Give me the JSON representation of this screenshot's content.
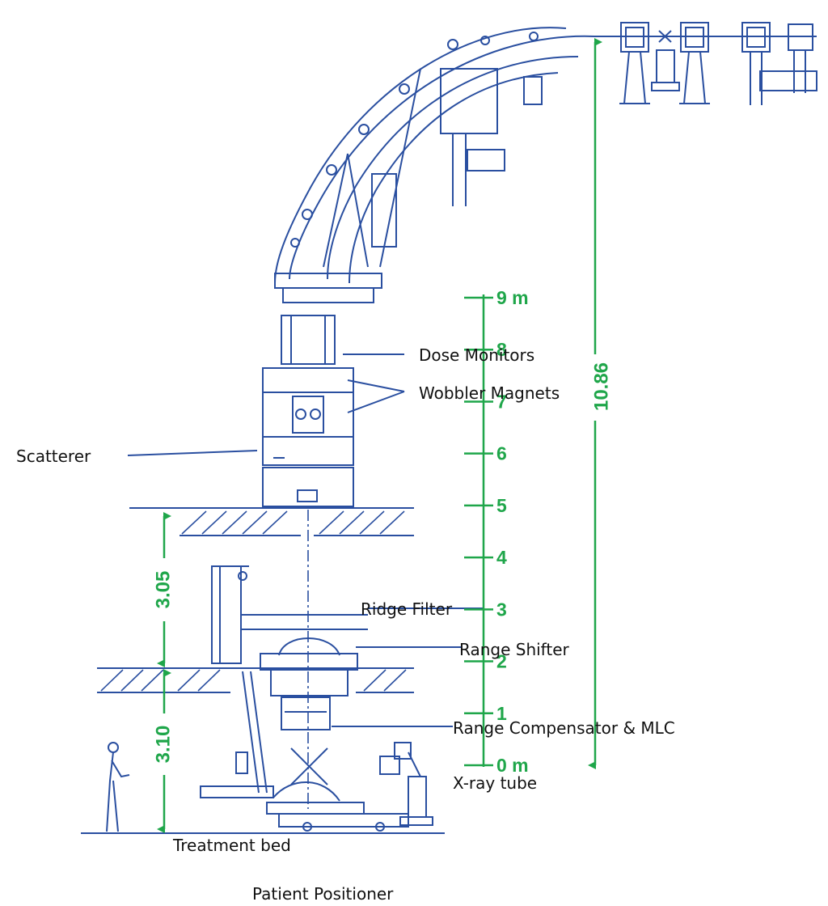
{
  "scale": {
    "ticks": [
      "9 m",
      "8",
      "7",
      "6",
      "5",
      "4",
      "3",
      "2",
      "1",
      "0 m"
    ]
  },
  "dimensions": {
    "total_height": "10.86",
    "upper_floor_gap": "3.05",
    "lower_floor_gap": "3.10"
  },
  "labels": {
    "dose_monitors": "Dose Monitors",
    "wobbler_magnets": "Wobbler Magnets",
    "scatterer": "Scatterer",
    "ridge_filter": "Ridge Filter",
    "range_shifter": "Range Shifter",
    "range_compensator": "Range Compensator & MLC",
    "xray_tube": "X-ray tube",
    "treatment_bed": "Treatment bed",
    "patient_positioner": "Patient Positioner"
  },
  "colors": {
    "drawing": "#2a4fa0",
    "dimension": "#1fa64a",
    "text": "#111111"
  }
}
